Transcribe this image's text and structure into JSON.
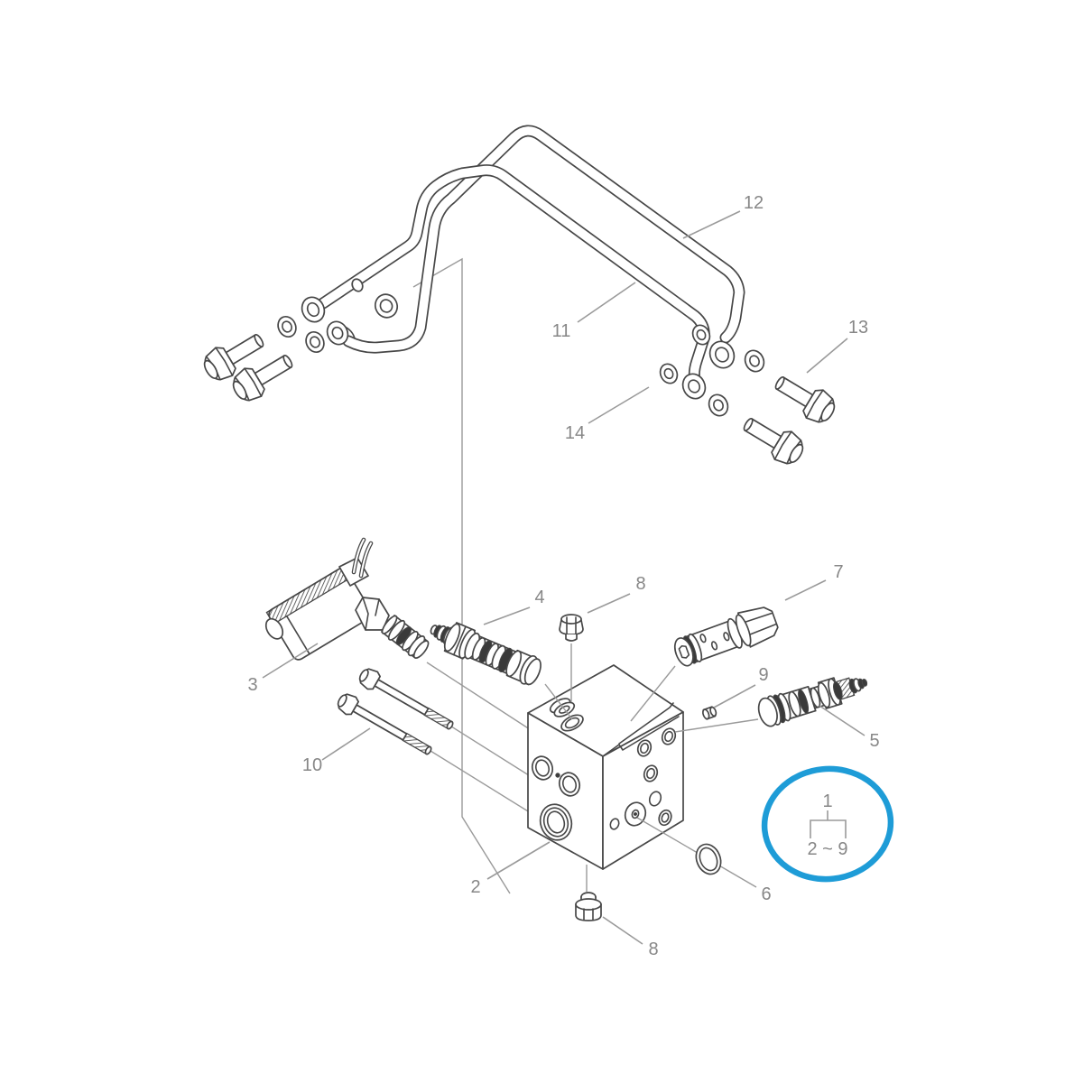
{
  "labels": {
    "l1": "1",
    "l2": "2",
    "l3": "3",
    "l4": "4",
    "l5": "5",
    "l6": "6",
    "l7": "7",
    "l8a": "8",
    "l8b": "8",
    "l9": "9",
    "l10": "10",
    "l11": "11",
    "l12": "12",
    "l13": "13",
    "l14": "14",
    "range": "2 ~ 9"
  },
  "colors": {
    "part_line": "#474747",
    "leader": "#9a9a9a",
    "label_text": "#878787",
    "highlight": "#1e9cd7",
    "bg": "#ffffff",
    "oring": "#3a3a3a"
  }
}
